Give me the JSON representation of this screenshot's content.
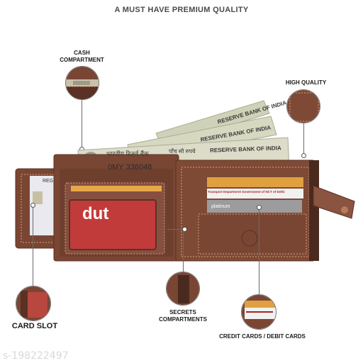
{
  "header": {
    "title": "A MUST HAVE PREMIUM QUALITY"
  },
  "callouts": {
    "cash": "CASH\nCOMPARTMENT",
    "high_quality": "HIGH QUALITY",
    "card_slot": "CARD SLOT",
    "secrets": "SECRETS\nCOMPARTMENTS",
    "credit": "CREDIT CARDS / DEBIT CARDS"
  },
  "banknotes": {
    "bank_name": "RESERVE BANK OF INDIA",
    "serial": "0MY 336048",
    "hindi_bank": "भारतीय रिज़र्व बैंक",
    "denomination_hindi": "पाँच सौ रुपये"
  },
  "cards": {
    "transport": "Transport Department Government of NCT of Delhi",
    "platinum": "platinum",
    "metro_logo": "dut",
    "id_card_top": "REG"
  },
  "watermark": "s-198222497",
  "colors": {
    "leather": "#7a4634",
    "leather_dark": "#5a3124",
    "leather_light": "#9a5c44"
  }
}
